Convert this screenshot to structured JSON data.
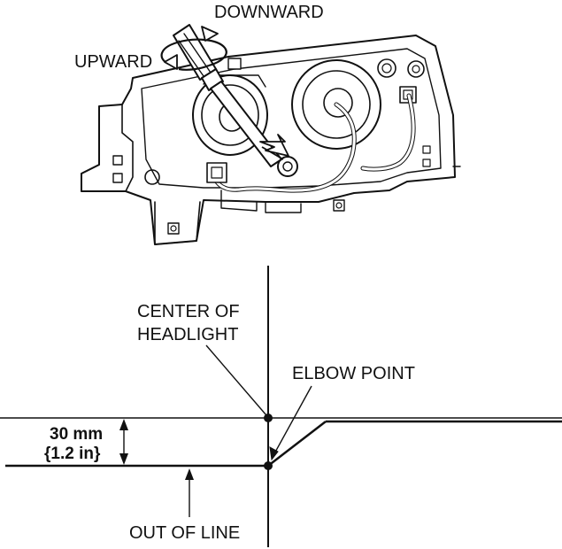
{
  "labels": {
    "downward": "DOWNWARD",
    "upward": "UPWARD",
    "center_line1": "CENTER OF",
    "center_line2": "HEADLIGHT",
    "elbow_point": "ELBOW POINT",
    "dim_mm": "30 mm",
    "dim_in": "{1.2 in}",
    "out_of_line": "OUT OF LINE"
  }
}
